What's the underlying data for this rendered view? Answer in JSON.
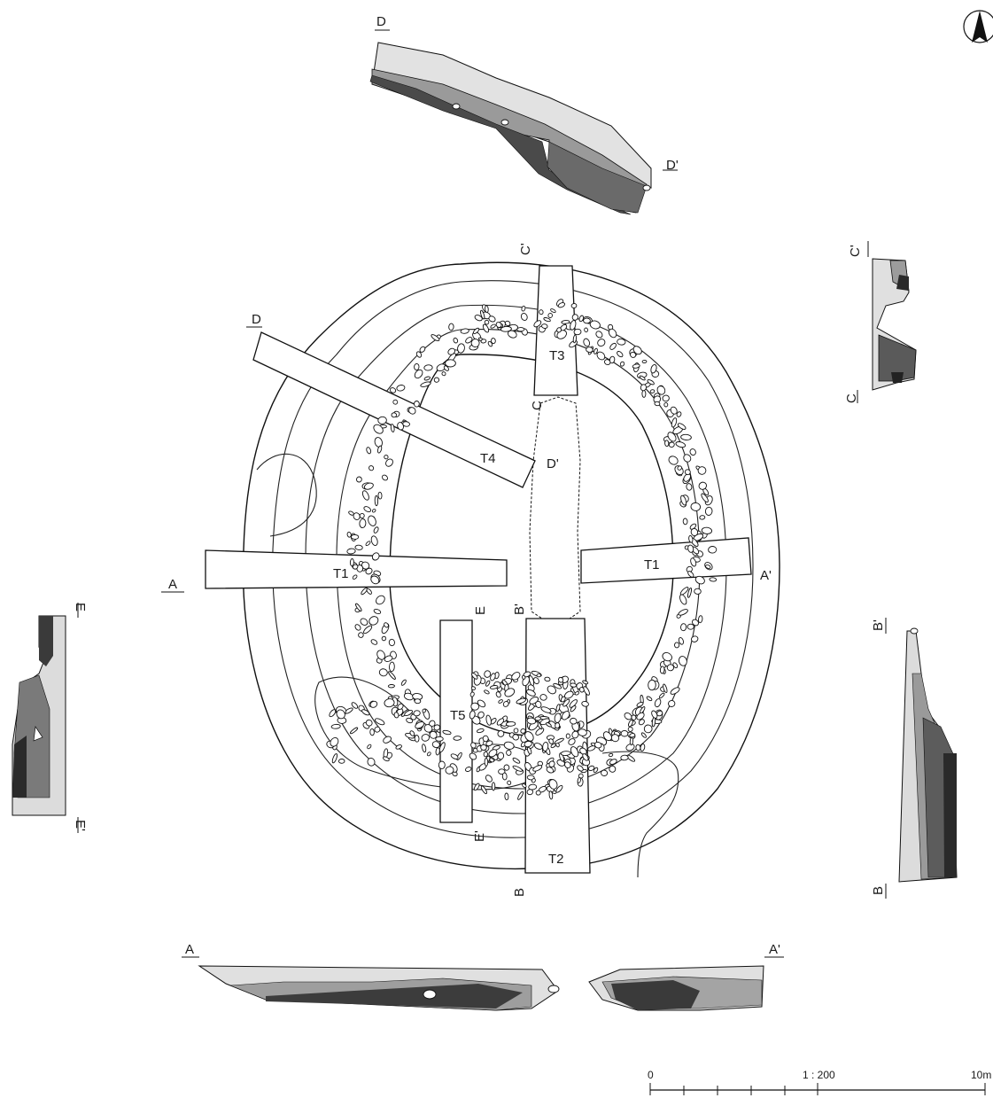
{
  "trenches": [
    {
      "id": "t1-west",
      "label": "T1"
    },
    {
      "id": "t1-east",
      "label": "T1"
    },
    {
      "id": "t2",
      "label": "T2"
    },
    {
      "id": "t3",
      "label": "T3"
    },
    {
      "id": "t4",
      "label": "T4"
    },
    {
      "id": "t5",
      "label": "T5"
    }
  ],
  "section_markers": {
    "A": "A",
    "A_prime": "A'",
    "B": "B",
    "B_prime": "B'",
    "C": "C",
    "C_prime": "C'",
    "D": "D",
    "D_prime": "D'",
    "E": "E",
    "E_prime": "E'"
  },
  "scale_bar": {
    "start_label": "0",
    "ratio_label": "1 : 200",
    "end_label": "10m"
  },
  "north_arrow_icon": "north-arrow-icon",
  "colors": {
    "soil_light": "#d6d6d6",
    "soil_mid": "#9e9e9e",
    "soil_dark": "#5a5a5a",
    "soil_darkest": "#2a2a2a",
    "line": "#111111"
  }
}
